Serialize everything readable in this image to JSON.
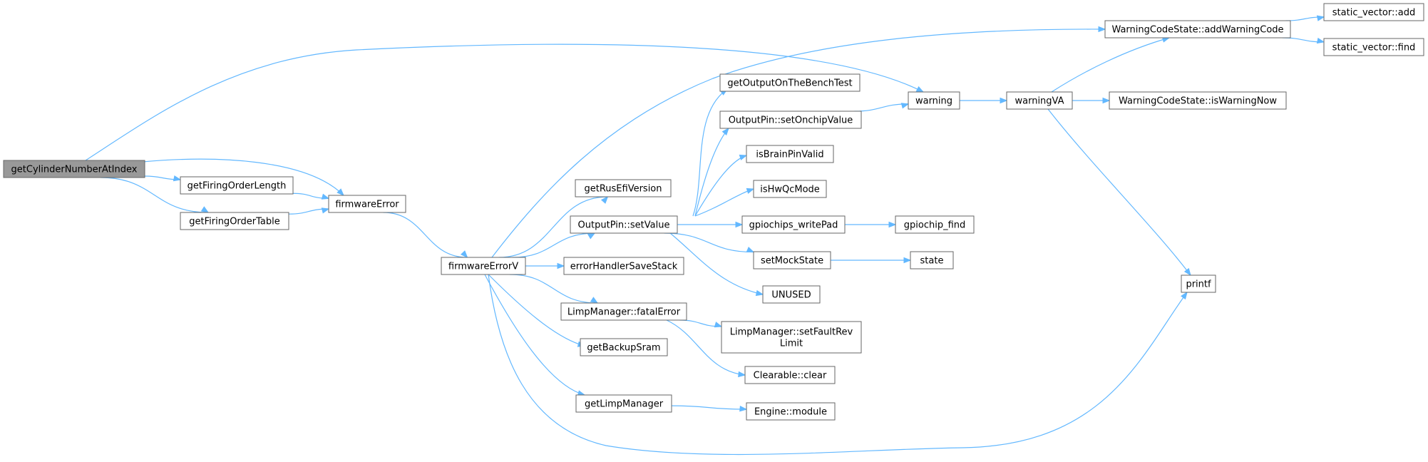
{
  "graph": {
    "root": "getCylinderNumberAtIndex",
    "nodes": {
      "getCylinderNumberAtIndex": {
        "label": "getCylinderNumberAtIndex",
        "root": true
      },
      "getFiringOrderLength": {
        "label": "getFiringOrderLength"
      },
      "getFiringOrderTable": {
        "label": "getFiringOrderTable"
      },
      "firmwareError": {
        "label": "firmwareError"
      },
      "firmwareErrorV": {
        "label": "firmwareErrorV"
      },
      "getRusEfiVersion": {
        "label": "getRusEfiVersion"
      },
      "OutputPin_setValue": {
        "label": "OutputPin::setValue"
      },
      "errorHandlerSaveStack": {
        "label": "errorHandlerSaveStack"
      },
      "LimpManager_fatalError": {
        "label": "LimpManager::fatalError"
      },
      "getBackupSram": {
        "label": "getBackupSram"
      },
      "getLimpManager": {
        "label": "getLimpManager"
      },
      "getOutputOnTheBenchTest": {
        "label": "getOutputOnTheBenchTest"
      },
      "OutputPin_setOnchipValue": {
        "label": "OutputPin::setOnchipValue"
      },
      "isBrainPinValid": {
        "label": "isBrainPinValid"
      },
      "isHwQcMode": {
        "label": "isHwQcMode"
      },
      "gpiochips_writePad": {
        "label": "gpiochips_writePad"
      },
      "setMockState": {
        "label": "setMockState"
      },
      "UNUSED": {
        "label": "UNUSED"
      },
      "LimpManager_setFaultRevLimit": {
        "label": "LimpManager::setFaultRev\nLimit"
      },
      "Clearable_clear": {
        "label": "Clearable::clear"
      },
      "Engine_module": {
        "label": "Engine::module"
      },
      "warning": {
        "label": "warning"
      },
      "gpiochip_find": {
        "label": "gpiochip_find"
      },
      "state": {
        "label": "state"
      },
      "warningVA": {
        "label": "warningVA"
      },
      "WarningCodeState_addWarningCode": {
        "label": "WarningCodeState::addWarningCode"
      },
      "WarningCodeState_isWarningNow": {
        "label": "WarningCodeState::isWarningNow"
      },
      "printf": {
        "label": "printf"
      },
      "static_vector_add": {
        "label": "static_vector::add"
      },
      "static_vector_find": {
        "label": "static_vector::find"
      }
    },
    "edges": [
      [
        "getCylinderNumberAtIndex",
        "getFiringOrderLength"
      ],
      [
        "getCylinderNumberAtIndex",
        "getFiringOrderTable"
      ],
      [
        "getCylinderNumberAtIndex",
        "firmwareError"
      ],
      [
        "getCylinderNumberAtIndex",
        "warning"
      ],
      [
        "getFiringOrderLength",
        "firmwareError"
      ],
      [
        "getFiringOrderTable",
        "firmwareError"
      ],
      [
        "firmwareError",
        "firmwareErrorV"
      ],
      [
        "firmwareErrorV",
        "getRusEfiVersion"
      ],
      [
        "firmwareErrorV",
        "OutputPin_setValue"
      ],
      [
        "firmwareErrorV",
        "errorHandlerSaveStack"
      ],
      [
        "firmwareErrorV",
        "LimpManager_fatalError"
      ],
      [
        "firmwareErrorV",
        "getBackupSram"
      ],
      [
        "firmwareErrorV",
        "getLimpManager"
      ],
      [
        "firmwareErrorV",
        "WarningCodeState_addWarningCode"
      ],
      [
        "firmwareErrorV",
        "printf"
      ],
      [
        "OutputPin_setValue",
        "getOutputOnTheBenchTest"
      ],
      [
        "OutputPin_setValue",
        "OutputPin_setOnchipValue"
      ],
      [
        "OutputPin_setValue",
        "isBrainPinValid"
      ],
      [
        "OutputPin_setValue",
        "isHwQcMode"
      ],
      [
        "OutputPin_setValue",
        "gpiochips_writePad"
      ],
      [
        "OutputPin_setValue",
        "setMockState"
      ],
      [
        "OutputPin_setValue",
        "UNUSED"
      ],
      [
        "LimpManager_fatalError",
        "LimpManager_setFaultRevLimit"
      ],
      [
        "LimpManager_fatalError",
        "Clearable_clear"
      ],
      [
        "getLimpManager",
        "Engine_module"
      ],
      [
        "OutputPin_setOnchipValue",
        "warning"
      ],
      [
        "gpiochips_writePad",
        "gpiochip_find"
      ],
      [
        "setMockState",
        "state"
      ],
      [
        "warning",
        "warningVA"
      ],
      [
        "warningVA",
        "WarningCodeState_addWarningCode"
      ],
      [
        "warningVA",
        "WarningCodeState_isWarningNow"
      ],
      [
        "warningVA",
        "printf"
      ],
      [
        "WarningCodeState_addWarningCode",
        "static_vector_add"
      ],
      [
        "WarningCodeState_addWarningCode",
        "static_vector_find"
      ]
    ],
    "colors": {
      "edge": "#63b8ff",
      "node_border": "#666666",
      "root_fill": "#999999",
      "node_fill": "#ffffff"
    }
  }
}
